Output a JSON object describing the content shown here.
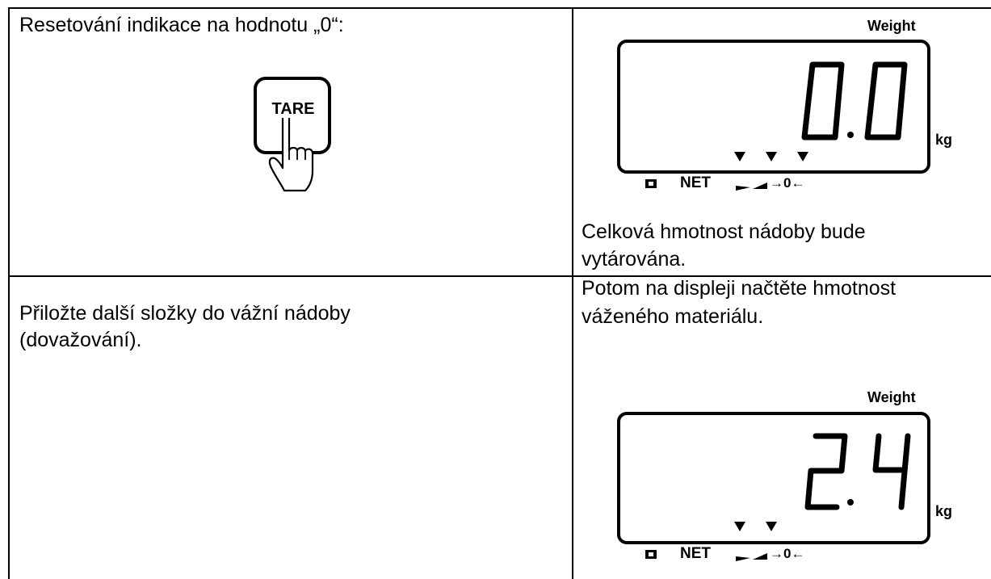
{
  "row1": {
    "left_text": "Resetování indikace na hodnotu „0“:",
    "tare_key_label": "TARE",
    "display1": {
      "weight_label": "Weight",
      "reading": "0.0",
      "unit": "kg",
      "net_label": "NET",
      "zero_label": "→0←"
    },
    "right_text_line1": "Celková hmotnost nádoby bude",
    "right_text_line2": "vytárována."
  },
  "row2": {
    "left_text_line1": "Přiložte další složky do vážní nádoby",
    "left_text_line2": "(dovažování).",
    "right_text_line1": "Potom na displeji načtěte hmotnost",
    "right_text_line2": "váženého materiálu.",
    "display2": {
      "weight_label": "Weight",
      "reading": "2.4",
      "unit": "kg",
      "net_label": "NET",
      "zero_label": "→0←"
    }
  }
}
